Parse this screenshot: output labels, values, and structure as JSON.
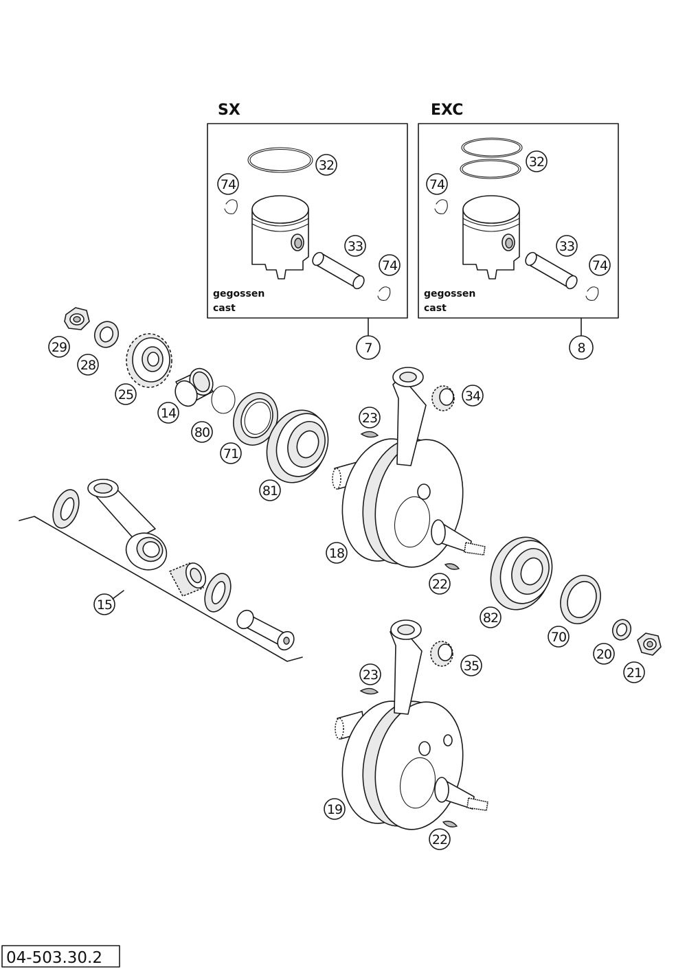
{
  "variants": [
    {
      "title": "SX",
      "note_de": "gegossen",
      "note_en": "cast",
      "kit_number": "7"
    },
    {
      "title": "EXC",
      "note_de": "gegossen",
      "note_en": "cast",
      "kit_number": "8"
    }
  ],
  "callouts": {
    "sx_ring": "32",
    "sx_clip_a": "74",
    "sx_pin": "33",
    "sx_clip_b": "74",
    "exc_ring": "32",
    "exc_clip_a": "74",
    "exc_pin": "33",
    "exc_clip_b": "74",
    "nut_left": "29",
    "washer_left": "28",
    "gear": "25",
    "bushing": "14",
    "shim": "80",
    "seal_left": "71",
    "bearing_left": "81",
    "key_upper": "23",
    "needle_upper": "34",
    "crank_upper": "18",
    "key_lower_a": "22",
    "rod_kit": "15",
    "bearing_right": "82",
    "seal_right": "70",
    "washer_right": "20",
    "nut_right": "21",
    "key_second": "23",
    "needle_second": "35",
    "crank_second": "19",
    "key_second_b": "22"
  },
  "drawing_number": "04-503.30.2"
}
